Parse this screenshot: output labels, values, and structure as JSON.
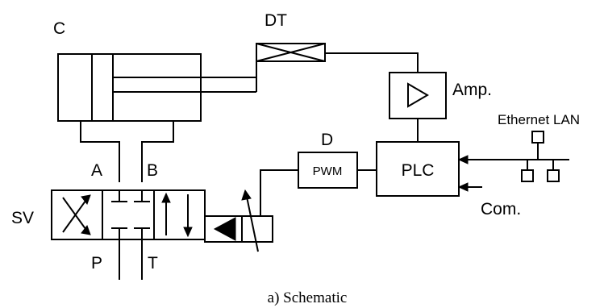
{
  "labels": {
    "cylinder": "C",
    "flow_sensor": "DT",
    "amplifier": "Amp.",
    "ethernet": "Ethernet LAN",
    "driver": "D",
    "pwm": "PWM",
    "plc": "PLC",
    "com": "Com.",
    "port_a": "A",
    "port_b": "B",
    "port_p": "P",
    "port_t": "T",
    "servo_valve": "SV"
  },
  "caption": "a) Schematic"
}
